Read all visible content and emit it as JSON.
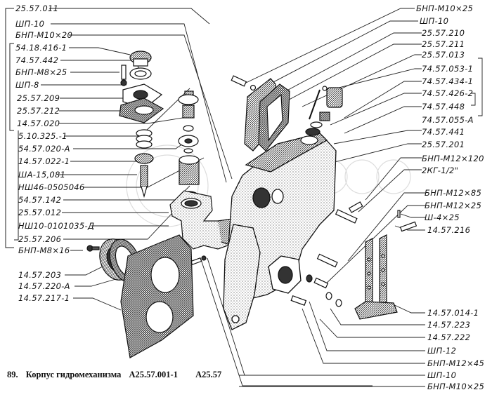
{
  "figure": {
    "number": "89.",
    "title": "Корпус гидромеханизма",
    "assembly_code": "А25.57.001-1",
    "group_code": "А25.57"
  },
  "labels_left": [
    "25.57.011",
    "ШП-10",
    "БНП-М10×20",
    "54.18.416-1",
    "74.57.442",
    "БНП-М8×25",
    "ШП-8",
    "25.57.209",
    "25.57.212",
    "14.57.020",
    "5.10.325.-1",
    "54.57.020-А",
    "14.57.022-1",
    "ША-15,081",
    "НШ46-0505046",
    "54.57.142",
    "25.57.012",
    "НШ10-0101035-Д",
    "25.57.206",
    "БНП-М8×16",
    "14.57.203",
    "14.57.220-А",
    "14.57.217-1"
  ],
  "labels_right": [
    "БНП-М10×25",
    "ШП-10",
    "25.57.210",
    "25.57.211",
    "25.57.013",
    "74.57.053-1",
    "74.57.434-1",
    "74.57.426-2",
    "74.57.448",
    "74.57.055-А",
    "74.57.441",
    "25.57.201",
    "БНП-М12×120",
    "2КГ-1/2\"",
    "БНП-М12×85",
    "БНП-М12×25",
    "Ш-4×25",
    "14.57.216",
    "14.57.014-1",
    "14.57.223",
    "14.57.222",
    "ШП-12",
    "БНП-М12×45",
    "ШП-10",
    "БНП-М10×25"
  ]
}
